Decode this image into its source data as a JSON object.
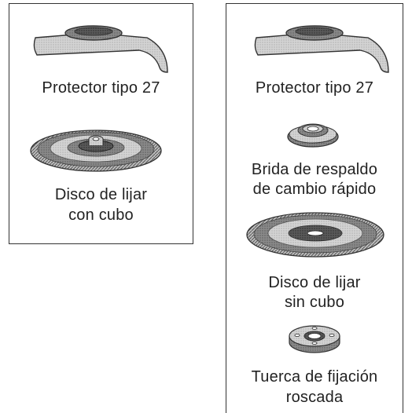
{
  "left_panel": {
    "items": [
      {
        "icon": "type-27-guard-icon",
        "lines": [
          "Protector tipo 27"
        ]
      },
      {
        "icon": "hubbed-sanding-disc-icon",
        "lines": [
          "Disco de lijar",
          "con cubo"
        ]
      }
    ]
  },
  "right_panel": {
    "items": [
      {
        "icon": "type-27-guard-icon",
        "lines": [
          "Protector tipo 27"
        ]
      },
      {
        "icon": "quick-change-backing-flange-icon",
        "lines": [
          "Brida de respaldo",
          "de cambio rápido"
        ]
      },
      {
        "icon": "hubless-sanding-disc-icon",
        "lines": [
          "Disco de lijar",
          "sin cubo"
        ]
      },
      {
        "icon": "threaded-locking-nut-icon",
        "lines": [
          "Tuerca de fijación",
          "roscada"
        ]
      }
    ]
  }
}
